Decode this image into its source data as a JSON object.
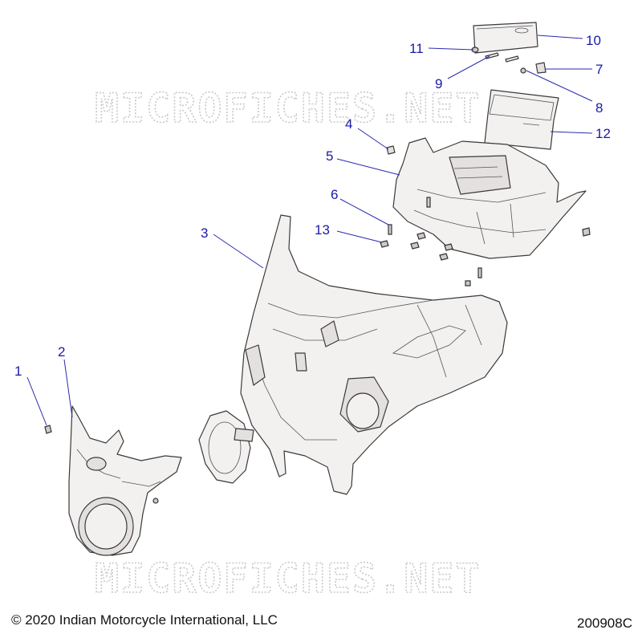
{
  "watermark": "MICROFICHES.NET",
  "copyright": "© 2020 Indian Motorcycle International, LLC",
  "diagram_ref": "200908C",
  "callouts": [
    "1",
    "2",
    "3",
    "4",
    "5",
    "6",
    "7",
    "8",
    "9",
    "10",
    "11",
    "12",
    "13"
  ],
  "colors": {
    "callout": "#1a1aa8",
    "line": "#3a3a3a"
  }
}
